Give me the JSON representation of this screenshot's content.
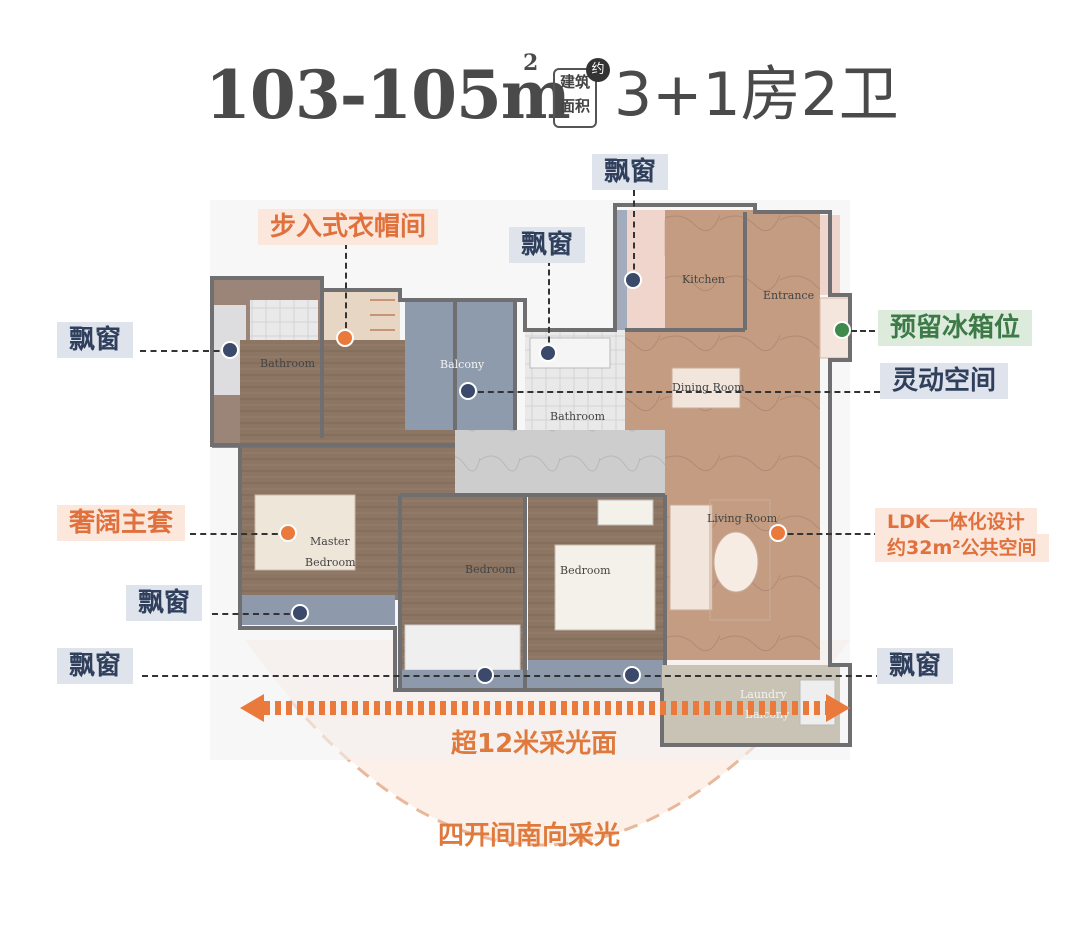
{
  "title": {
    "area": "103-105m",
    "sup": "2",
    "badge_line1": "建筑",
    "badge_line2": "面积",
    "badge_yue": "约",
    "rooms": "3+1房2卫"
  },
  "callouts": {
    "walk_in_closet": "步入式衣帽间",
    "bay_window_top_right": "飘窗",
    "bay_window_top_mid": "飘窗",
    "bay_window_left_top": "飘窗",
    "fridge_reserved": "预留冰箱位",
    "flex_space": "灵动空间",
    "master_suite": "奢阔主套",
    "ldk_line1": "LDK一体化设计",
    "ldk_line2": "约32m²公共空间",
    "bay_window_left_mid": "飘窗",
    "bay_window_left_bottom": "飘窗",
    "bay_window_right_bottom": "飘窗",
    "light_face": "超12米采光面",
    "south_light": "四开间南向采光"
  },
  "rooms": {
    "bathroom_left": "Bathroom",
    "balcony": "Balcony",
    "bathroom_mid": "Bathroom",
    "kitchen": "Kitchen",
    "entrance": "Entrance",
    "dining": "Dining Room",
    "living": "Living Room",
    "master_bedroom_1": "Master",
    "master_bedroom_2": "Bedroom",
    "bedroom_1": "Bedroom",
    "bedroom_2": "Bedroom",
    "laundry": "Laundry",
    "balcony_bottom": "Balcony"
  },
  "colors": {
    "accent_orange": "#e97a3c",
    "accent_blue": "#3b4a6b",
    "accent_green": "#3d8a4a",
    "title_gray": "#4a4a4a"
  }
}
